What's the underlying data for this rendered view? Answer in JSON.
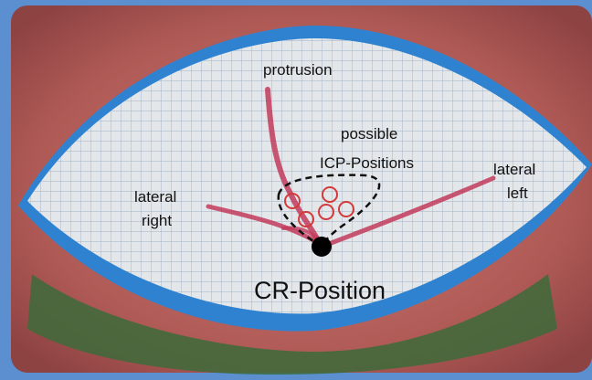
{
  "labels": {
    "protrusion": "protrusion",
    "possible_line1": "possible",
    "possible_line2": "ICP-Positions",
    "lateral_left_line1": "lateral",
    "lateral_left_line2": "left",
    "lateral_right_line1": "lateral",
    "lateral_right_line2": "right",
    "cr_position": "CR-Position"
  },
  "colors": {
    "background_blue": "#5b8fcf",
    "gum_red": "#b3605c",
    "tray_blue": "#2f82cf",
    "grid_paper": "#e4e7ea",
    "grid_line": "#9fb1c6",
    "trace_red": "#c23a5a",
    "icp_circle": "#d43a3a",
    "dashed_outline": "#111111",
    "cr_dot": "#000000",
    "green_material": "#3d6b3a"
  }
}
